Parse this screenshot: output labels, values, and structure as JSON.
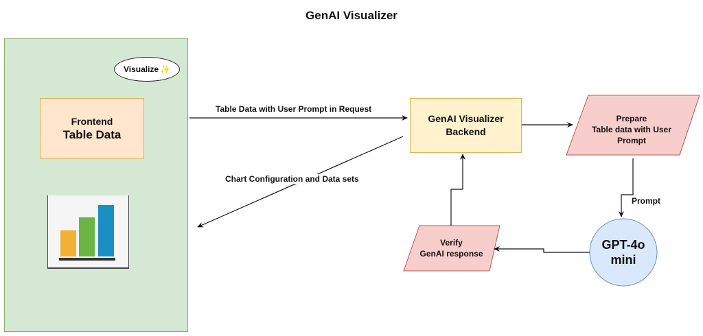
{
  "title": "GenAI Visualizer",
  "frontend": {
    "visualize_button": {
      "label": "Visualize",
      "icon": "sparkles-icon",
      "glyph": "✨"
    },
    "table_box": {
      "line1": "Frontend",
      "line2": "Table Data"
    },
    "chart_icon": {
      "icon": "bar-chart-icon",
      "bar_colors": [
        "#f2b134",
        "#6ab544",
        "#1a8fc4"
      ]
    }
  },
  "nodes": {
    "backend": {
      "line1": "GenAI Visualizer",
      "line2": "Backend"
    },
    "prepare": {
      "line1": "Prepare",
      "line2": "Table data with User",
      "line3": "Prompt"
    },
    "llm": {
      "line1": "GPT-4o",
      "line2": "mini"
    },
    "verify": {
      "line1": "Verify",
      "line2": "GenAI response"
    }
  },
  "edges": {
    "request": "Table Data with User Prompt in Request",
    "response": "Chart Configuration and Data sets",
    "prompt": "Prompt"
  },
  "colors": {
    "frontend_panel": "#d5e8d4",
    "frontend_box": "#ffe6cc",
    "backend_box": "#fff2cc",
    "parallelogram": "#f8cecc",
    "llm_circle": "#dae8fc"
  }
}
